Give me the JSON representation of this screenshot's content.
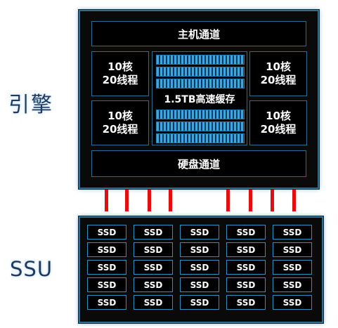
{
  "labels": {
    "engine": "引擎",
    "ssu": "SSU"
  },
  "engine": {
    "host_channel": "主机通道",
    "disk_channel": "硬盘通道",
    "cores": [
      {
        "line1": "10核",
        "line2": "20线程"
      },
      {
        "line1": "10核",
        "line2": "20线程"
      },
      {
        "line1": "10核",
        "line2": "20线程"
      },
      {
        "line1": "10核",
        "line2": "20线程"
      }
    ],
    "cache": "1.5TB高速缓存"
  },
  "ssu": {
    "columns": [
      [
        "SSD",
        "SSD",
        "SSD",
        "SSD",
        "SSD"
      ],
      [
        "SSD",
        "SSD",
        "SSD",
        "SSD",
        "SSD"
      ],
      [
        "SSD",
        "SSD",
        "SSD",
        "SSD",
        "SSD"
      ],
      [
        "SSD",
        "SSD",
        "SSD",
        "SSD",
        "SSD"
      ],
      [
        "SSD",
        "SSD",
        "SSD",
        "SSD",
        "SSD"
      ]
    ]
  },
  "colors": {
    "link": "#e10e12",
    "border": "#2a6d8d",
    "cache_stripe": "#3aa6e3"
  }
}
